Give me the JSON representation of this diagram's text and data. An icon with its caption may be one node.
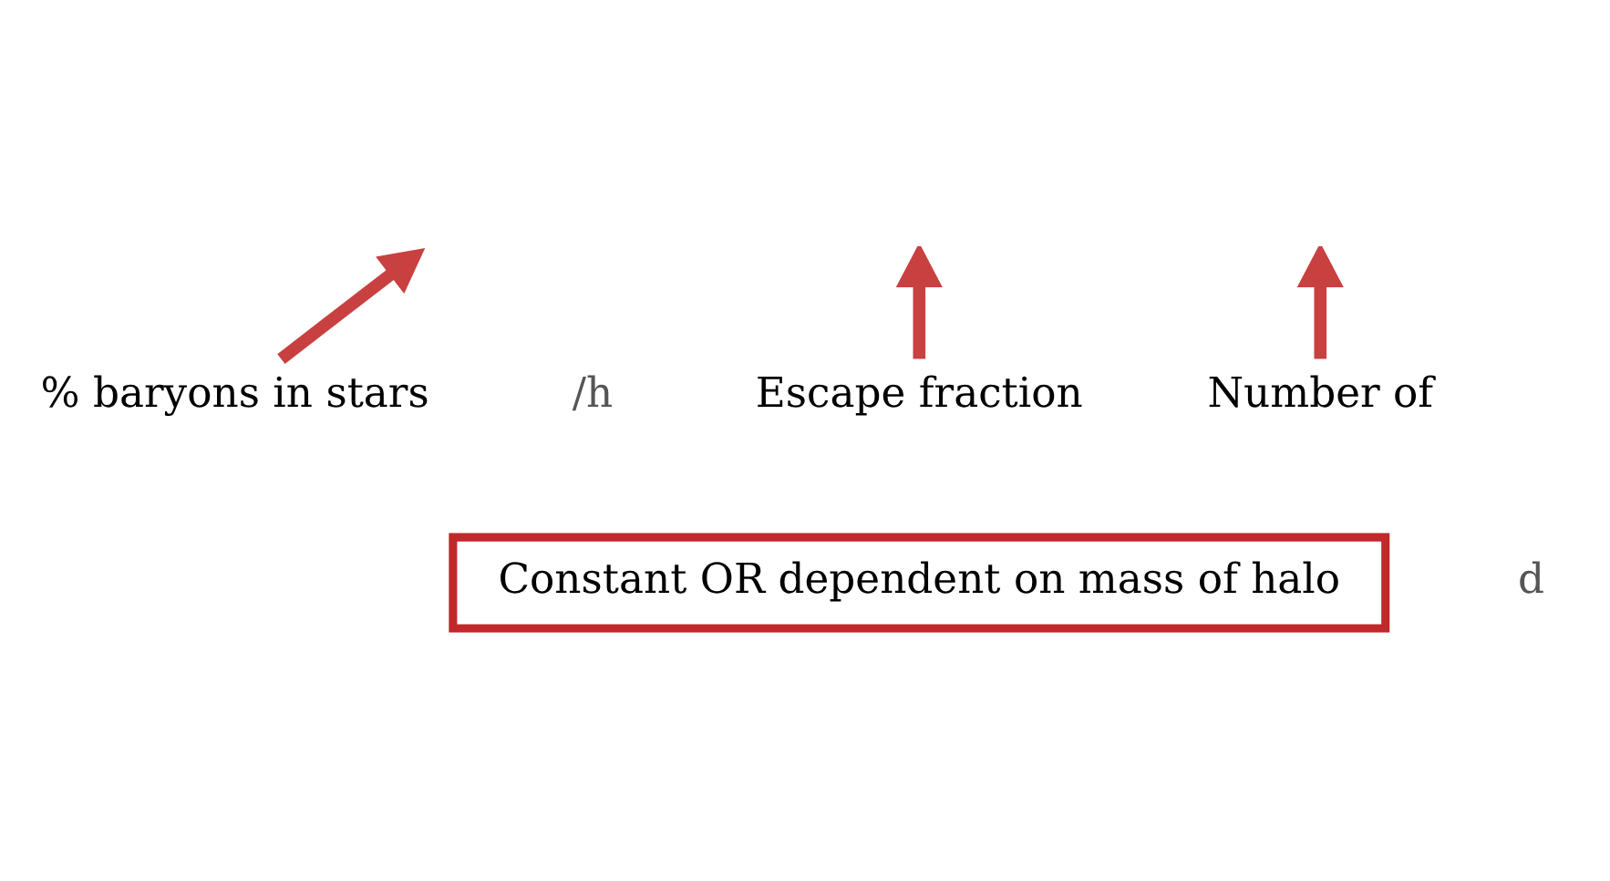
{
  "diagram": {
    "nodes": [
      {
        "text": [
          "% baryons in stars"
        ]
      },
      {
        "text": [
          "Escape fraction"
        ]
      },
      {
        "text": [
          "Number of"
        ]
      },
      {
        "text": [
          "Constant OR dependent on mass of halo"
        ]
      }
    ],
    "edges": [
      {
        "from": 0,
        "to": null,
        "arrow": "to"
      },
      {
        "from": 1,
        "to": null,
        "arrow": "to"
      },
      {
        "from": 2,
        "to": null,
        "arrow": "to"
      }
    ],
    "labels": [
      "/h",
      "d"
    ]
  }
}
